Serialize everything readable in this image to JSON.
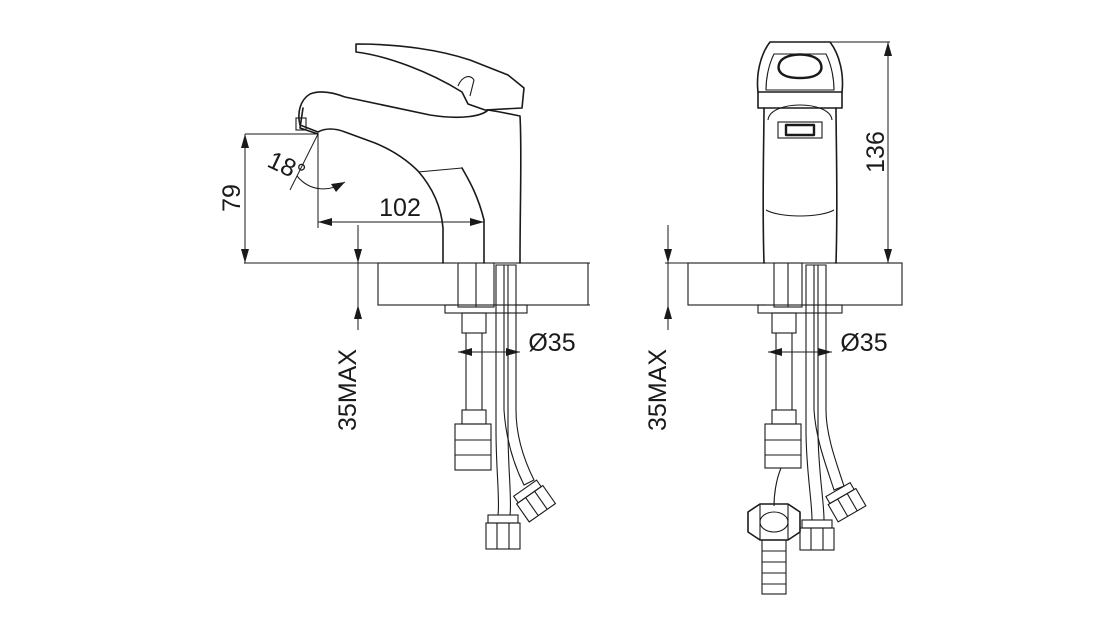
{
  "diagram": {
    "side_view": {
      "angle_label": "18°",
      "height_label": "79",
      "reach_label": "102",
      "hole_label": "Ø35",
      "deck_label": "35MAX"
    },
    "front_view": {
      "total_height_label": "136",
      "hole_label": "Ø35",
      "deck_label": "35MAX"
    }
  }
}
